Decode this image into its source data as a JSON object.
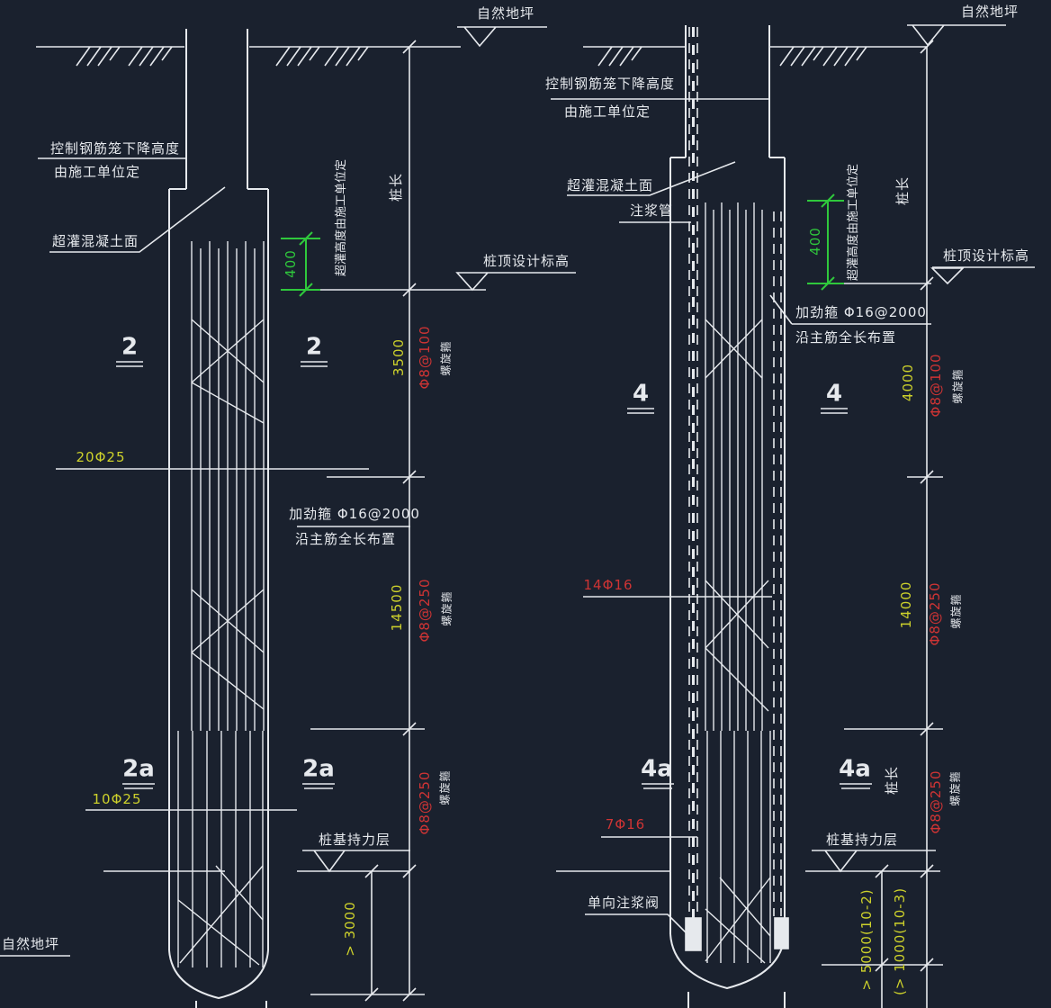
{
  "colors": {
    "background": "#1a212e",
    "line_white": "#e6e9ed",
    "dim_yellow": "#cdd12b",
    "rebar_red": "#cf3434",
    "dim_green": "#2fc83c"
  },
  "labels": {
    "natural_ground": "自然地坪",
    "control_line1": "控制钢筋笼下降高度",
    "control_line2": "由施工单位定",
    "overpour_surface": "超灌混凝土面",
    "overpour_note": "超灌高度由施工单位定",
    "overpour_dim": "400",
    "pile_length": "桩长",
    "pile_top_level": "桩顶设计标高",
    "stiffener_line1": "加劲箍 Φ16@2000",
    "stiffener_line2": "沿主筋全长布置",
    "spiral_hoop": "螺旋箍",
    "bearing_layer": "桩基持力层",
    "grout_pipe": "注浆管",
    "grout_valve": "单向注浆阀"
  },
  "pile2": {
    "section_upper": "2",
    "section_lower": "2a",
    "main_bars_upper": "20Φ25",
    "main_bars_lower": "10Φ25",
    "seg1_len": "3500",
    "seg1_spiral": "Φ8@100",
    "seg2_len": "14500",
    "seg2_spiral": "Φ8@250",
    "seg3_spiral": "Φ8@250",
    "embed_dim": "> 3000"
  },
  "pile4": {
    "section_upper": "4",
    "section_lower": "4a",
    "main_bars_upper": "14Φ16",
    "main_bars_lower": "7Φ16",
    "seg1_len": "4000",
    "seg1_spiral": "Φ8@100",
    "seg2_len": "14000",
    "seg2_spiral": "Φ8@250",
    "seg3_spiral": "Φ8@250",
    "embed_dim1": "> 5000(10-2)",
    "embed_dim2": "(> 1000(10-3)"
  }
}
